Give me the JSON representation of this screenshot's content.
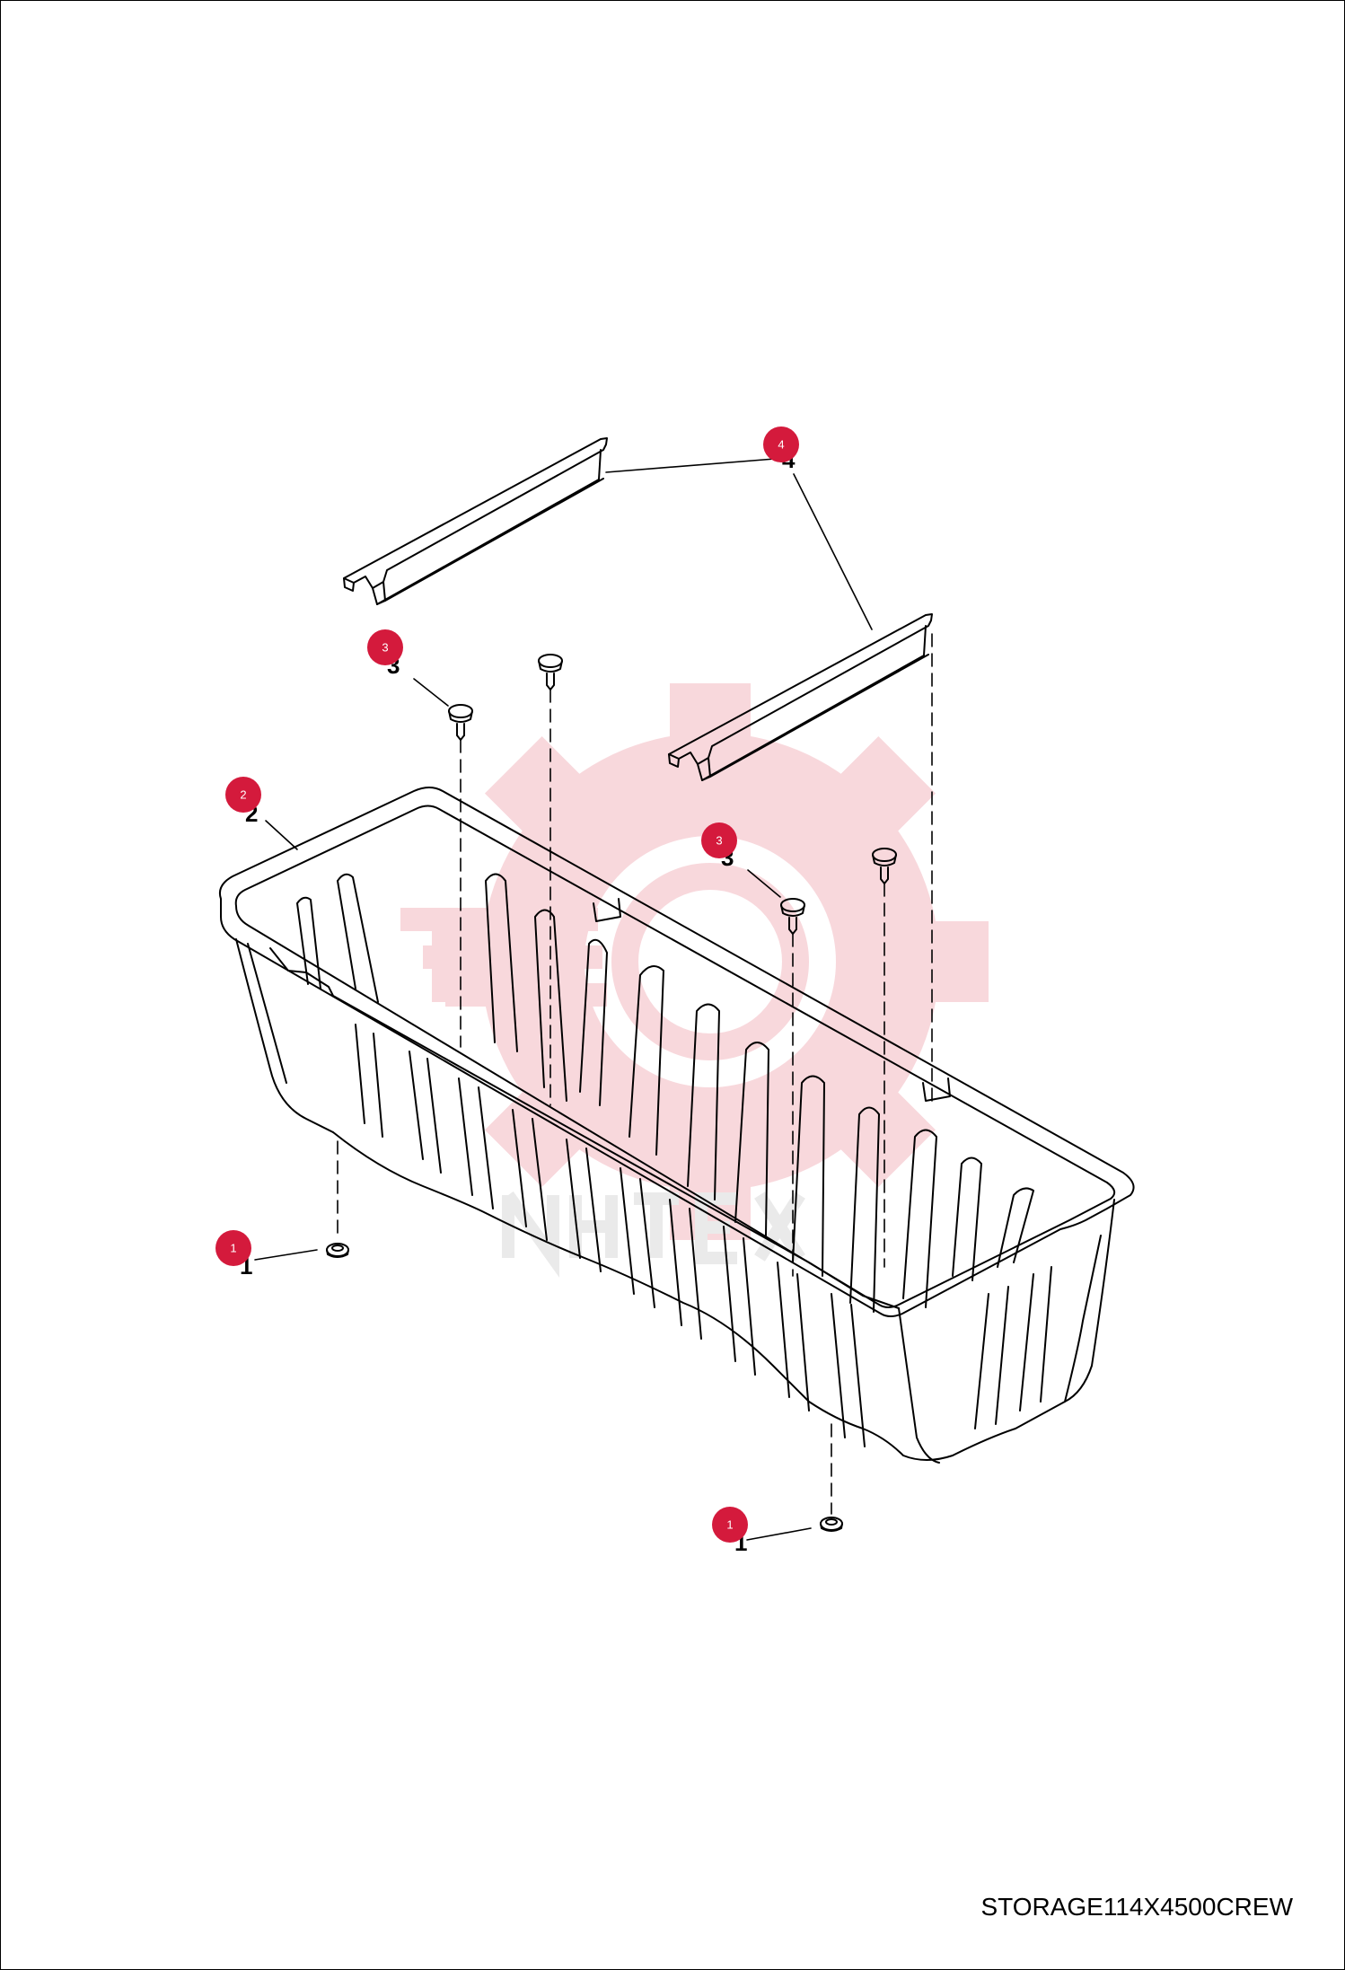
{
  "drawing": {
    "code": "STORAGE114X4500CREW"
  },
  "callouts": [
    {
      "id": "callout-1-left",
      "label": "1"
    },
    {
      "id": "callout-1-right",
      "label": "1"
    },
    {
      "id": "callout-2",
      "label": "2"
    },
    {
      "id": "callout-3-left",
      "label": "3"
    },
    {
      "id": "callout-3-right",
      "label": "3"
    },
    {
      "id": "callout-4",
      "label": "4"
    }
  ],
  "colors": {
    "callout": "#d41a3c",
    "watermark": "#f2b8c0",
    "line": "#000000"
  }
}
